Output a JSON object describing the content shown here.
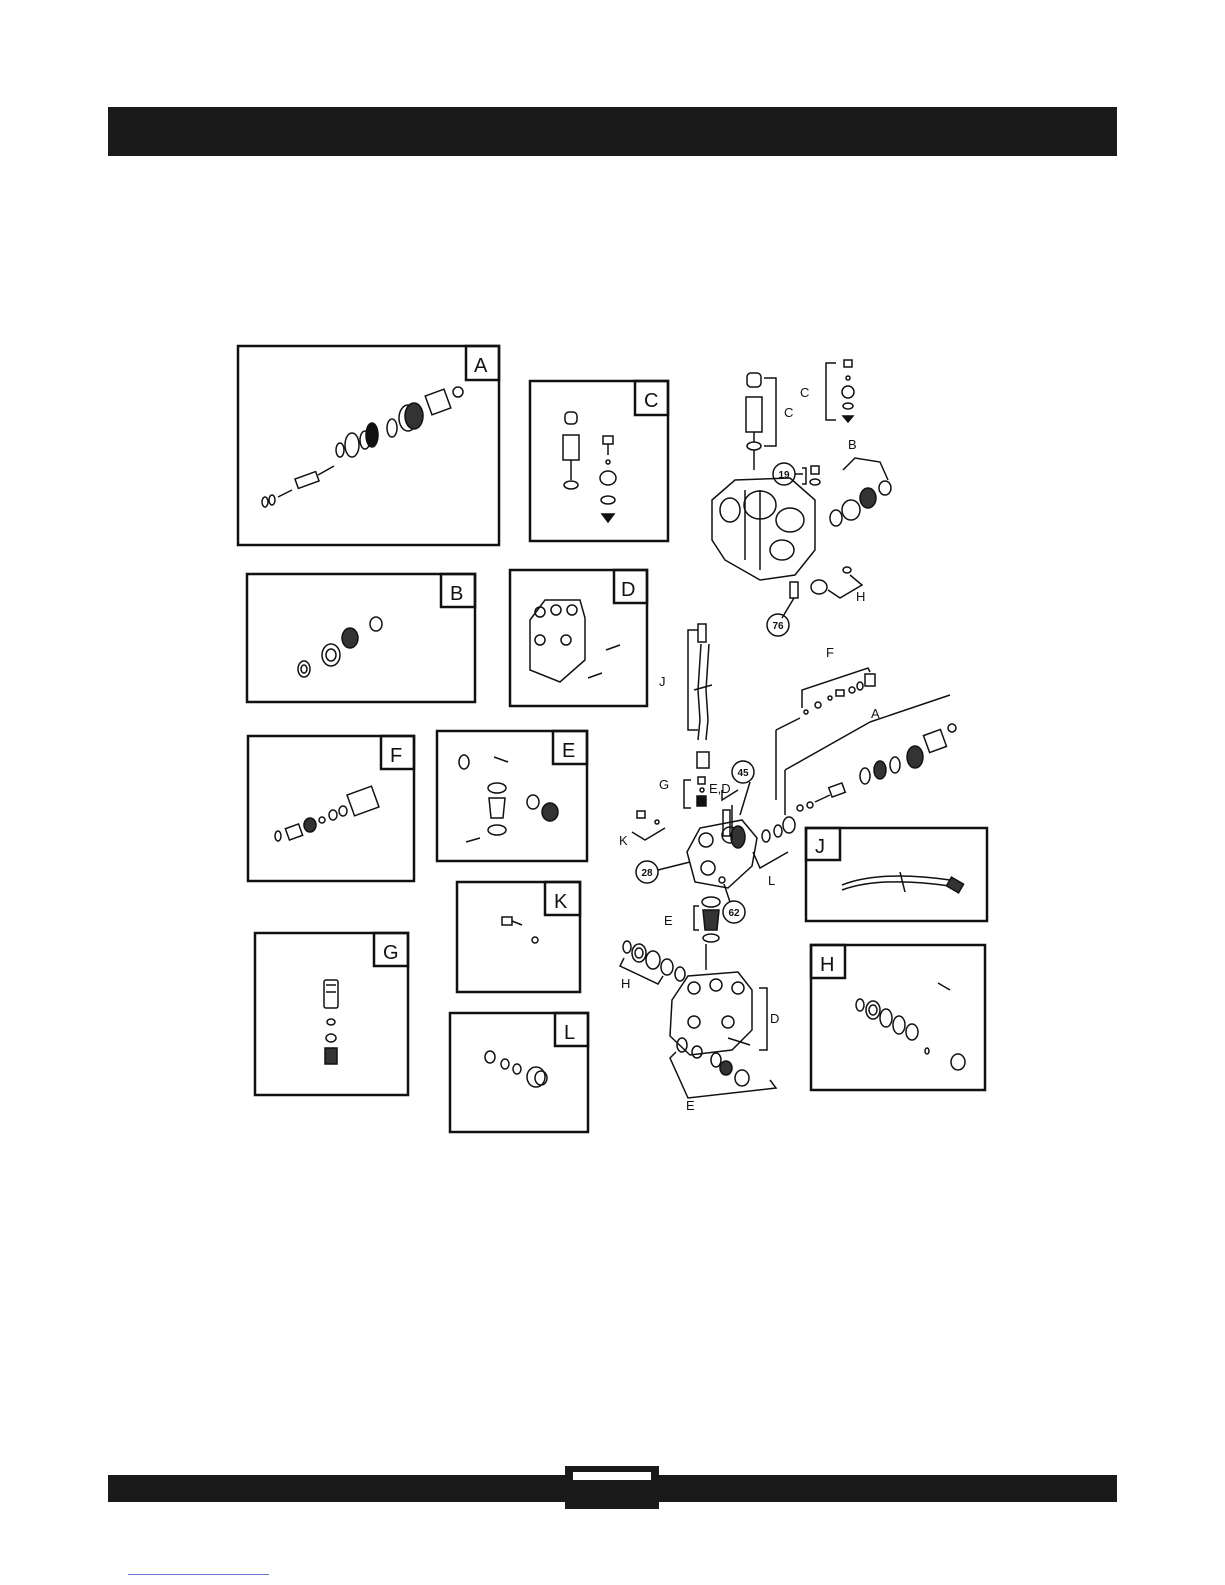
{
  "insets": [
    {
      "letter": "A"
    },
    {
      "letter": "B"
    },
    {
      "letter": "C"
    },
    {
      "letter": "D"
    },
    {
      "letter": "E"
    },
    {
      "letter": "F"
    },
    {
      "letter": "G"
    },
    {
      "letter": "H"
    },
    {
      "letter": "J"
    },
    {
      "letter": "K"
    },
    {
      "letter": "L"
    }
  ],
  "callouts": {
    "c_top": "C",
    "c_side": "C",
    "b": "B",
    "h_upper": "H",
    "f": "F",
    "a": "A",
    "j": "J",
    "g": "G",
    "ed": "E,D",
    "k": "K",
    "l": "L",
    "e_mid": "E",
    "h_lower": "H",
    "d": "D",
    "e_lower": "E"
  },
  "part_numbers": {
    "p19": "19",
    "p76": "76",
    "p45": "45",
    "p28": "28",
    "p62": "62"
  }
}
